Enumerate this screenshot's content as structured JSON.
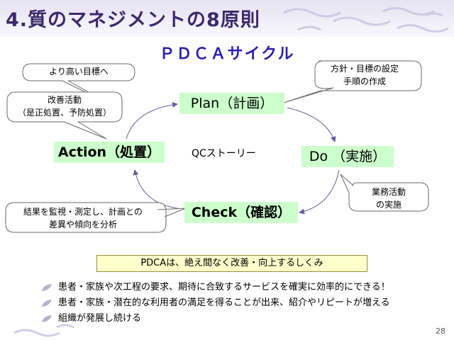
{
  "slide": {
    "title": "4.質のマネジメントの8原則",
    "subtitle": "ＰＤＣＡサイクル",
    "page_number": "28"
  },
  "cycle": {
    "plan": "Plan（計画）",
    "do": "Do （実施）",
    "check": "Check（確認）",
    "action": "Action（処置）",
    "center": "QCストーリー"
  },
  "callouts": {
    "higher_goal": "より高い目標へ",
    "plan_note": [
      "方針・目標の設定",
      "手順の作成"
    ],
    "action_note": [
      "改善活動",
      "（是正処置、予防処置）"
    ],
    "do_note": [
      "業務活動",
      "の実施"
    ],
    "check_note": [
      "結果を監視・測定し、計画との",
      "差異や傾向を分析"
    ]
  },
  "summary": "PDCAは、絶え間なく改善・向上するしくみ",
  "bullets": [
    "患者・家族や次工程の要求、期待に合致するサービスを確実に効率的にできる！",
    "患者・家族・潜在的な利用者の満足を得ることが出来、紹介やリピートが増える",
    "組織が発展し続ける"
  ],
  "colors": {
    "title": "#3a2a6c",
    "subtitle": "#2c1fb0",
    "node_fill": "#ccffcc",
    "summary_fill": "#ffffcc",
    "arrow": "#6a5c9c"
  }
}
